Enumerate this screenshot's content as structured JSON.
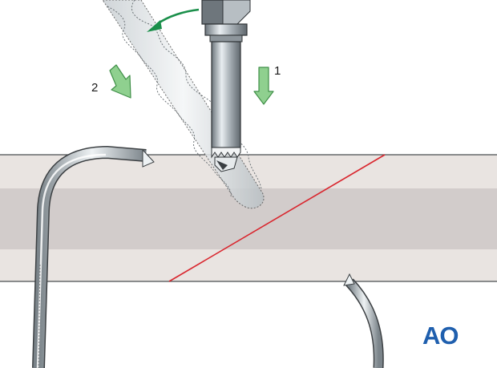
{
  "labels": {
    "step_1": "1",
    "step_2": "2"
  },
  "logo": {
    "text": "AO",
    "color": "#1f5fae"
  },
  "colors": {
    "bone_cortex": "#e9e4e1",
    "bone_medulla": "#d2cccb",
    "fracture_line": "#d9262e",
    "arrow_green": "#6fbf73",
    "instrument_steel": "#9aa2a8",
    "outline": "#3c4043"
  },
  "icons": {
    "step_1_arrow": "arrow-down-icon",
    "step_2_arrow": "arrow-down-right-icon",
    "rotation_arrow": "curved-arrow-icon"
  }
}
